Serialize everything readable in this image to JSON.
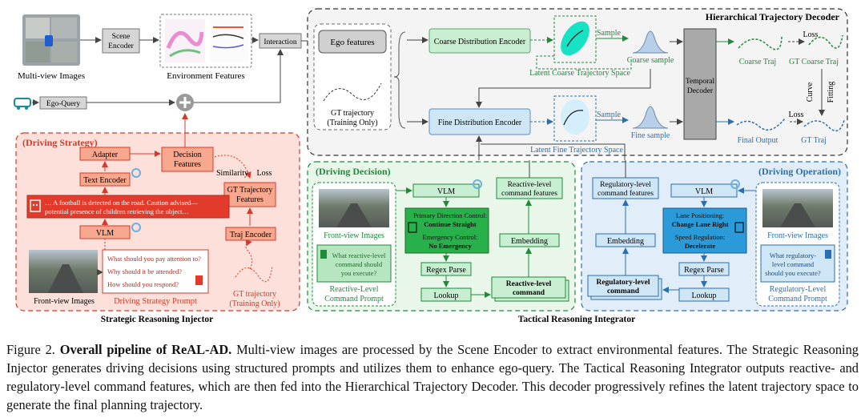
{
  "diagram": {
    "top_row": {
      "multiview_label": "Multi-view Images",
      "scene_encoder": [
        "Scene",
        "Encoder"
      ],
      "env_features_label": "Environment Features",
      "interaction": "Interaction",
      "ego_query": "Ego-Query"
    },
    "hierarchical": {
      "title": "Hierarchical Trajectory Decoder",
      "ego_features": "Ego features",
      "gt_trajectory": [
        "GT trajectory",
        "(Training Only)"
      ],
      "coarse_encoder": "Coarse Distribution Encoder",
      "fine_encoder": "Fine Distribution Encoder",
      "sample_top": "Sample",
      "sample_bottom": "Sample",
      "coarse_sample": "Coarse sample",
      "fine_sample": "Fine sample",
      "latent_coarse": "Latent Coarse Trajectory Space",
      "latent_fine": "Latent Fine Trajectory Space",
      "temporal_decoder": [
        "Temporal",
        "Decoder"
      ],
      "coarse_traj": "Coarse Traj",
      "gt_coarse_traj": "GT Coarse Traj",
      "final_output": "Final Output",
      "gt_traj": "GT Traj",
      "loss_top": "Loss",
      "loss_bottom": "Loss",
      "curve_fitting": [
        "Curve",
        "Fitting"
      ]
    },
    "strategy": {
      "title": "(Driving Strategy)",
      "adapter": "Adapter",
      "decision_features": [
        "Decision",
        "Features"
      ],
      "text_encoder": "Text Encoder",
      "similarity": "Similarity",
      "loss": "Loss",
      "gt_traj_features": [
        "GT Trajectory",
        "Features"
      ],
      "vlm": "VLM",
      "traj_encoder": "Traj Encoder",
      "response": [
        "… A football is detected on the road. Caution advised—",
        "potential presence of children retrieving the object…"
      ],
      "q1": "What should you pay attention to?",
      "q2": "Why should it be attended?",
      "q3": "How should you respond?",
      "front_view": "Front-view Images",
      "prompt": "Driving Strategy Prompt",
      "gt_trajectory": [
        "GT trajectory",
        "(Training Only)"
      ],
      "module_label": "Strategic Reasoning Injector"
    },
    "decision": {
      "title": "(Driving Decision)",
      "vlm": "VLM",
      "front_view": "Front-view Images",
      "question": [
        "What reactive-level",
        "command should",
        "you execute?"
      ],
      "prompt_label": [
        "Reactive-Level",
        "Command Prompt"
      ],
      "primary_label": "Primary Direction Control:",
      "primary_value": "Continue Straight",
      "emergency_label": "Emergency Control:",
      "emergency_value": "No Emergency",
      "regex": "Regex Parse",
      "lookup": "Lookup",
      "reactive_cmd": [
        "Reactive-level",
        "command"
      ],
      "embedding": "Embedding",
      "reactive_features": [
        "Reactive-level",
        "command features"
      ]
    },
    "operation": {
      "title": "(Driving Operation)",
      "regulatory_features": [
        "Regulatory-level",
        "command features"
      ],
      "vlm": "VLM",
      "front_view": "Front-view Images",
      "lane_label": "Lane Positioning:",
      "lane_value": "Change Lane Right",
      "speed_label": "Speed Regulation:",
      "speed_value": "Decelerate",
      "embedding": "Embedding",
      "regex": "Regex Parse",
      "lookup": "Lookup",
      "regulatory_cmd": [
        "Regulatory-level",
        "command"
      ],
      "question": [
        "What regulatory-",
        "level command",
        "should you execute?"
      ],
      "prompt_label": [
        "Regulatory-Level",
        "Command Prompt"
      ]
    },
    "tactical_label": "Tactical Reasoning Integrator"
  },
  "caption": {
    "figure_no": "Figure 2.",
    "bold": "Overall pipeline of ReAL-AD.",
    "text": "Multi-view images are processed by the Scene Encoder to extract environmental features. The Strategic Reasoning Injector generates driving decisions using structured prompts and utilizes them to enhance ego-query. The Tactical Reasoning Integrator outputs reactive- and regulatory-level command features, which are then fed into the Hierarchical Trajectory Decoder. This decoder progressively refines the latent trajectory space to generate the final planning trajectory."
  }
}
